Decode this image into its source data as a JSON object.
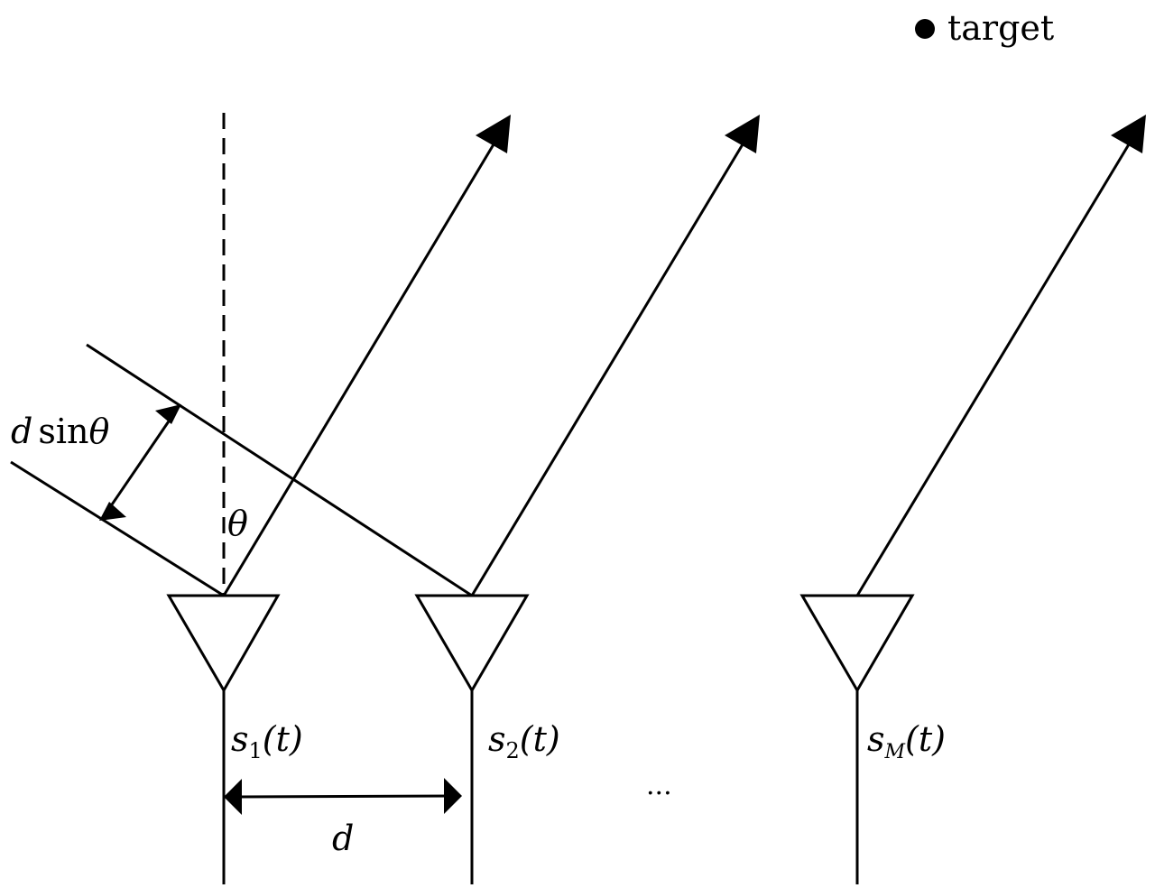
{
  "diagram": {
    "title": "Uniform linear array angle-of-arrival geometry",
    "legend": {
      "marker": "filled-circle",
      "label": "target"
    },
    "angle_label": "θ",
    "path_difference_label": {
      "var": "d",
      "func": "sin",
      "angle": "θ"
    },
    "spacing_label": "d",
    "ellipsis": "...",
    "antennas": [
      {
        "signal": "s",
        "subscript": "1",
        "arg": "(t)"
      },
      {
        "signal": "s",
        "subscript": "2",
        "arg": "(t)"
      },
      {
        "signal": "s",
        "subscript": "M",
        "arg": "(t)"
      }
    ],
    "colors": {
      "stroke": "#000000",
      "background": "#ffffff"
    }
  }
}
